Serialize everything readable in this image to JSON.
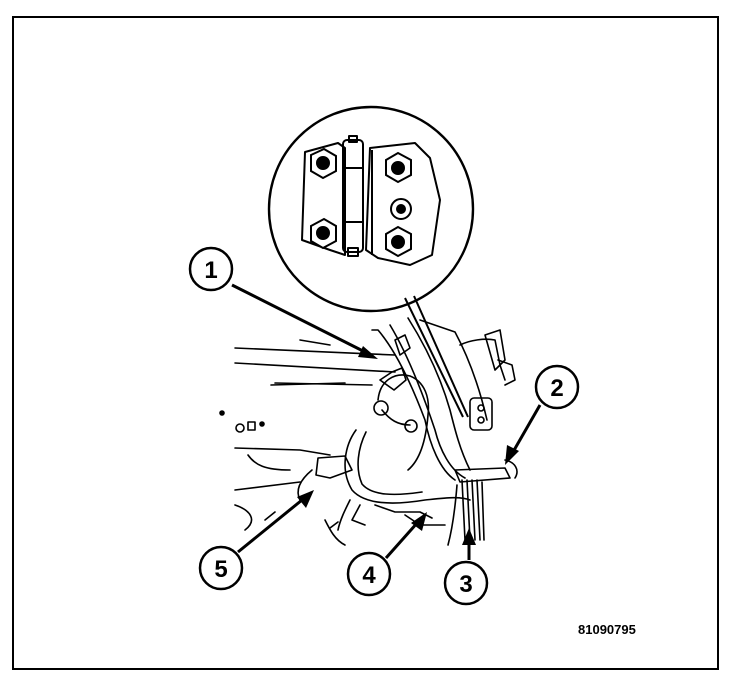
{
  "figure": {
    "number": "81090795",
    "callouts": [
      {
        "label": "1"
      },
      {
        "label": "2"
      },
      {
        "label": "3"
      },
      {
        "label": "4"
      },
      {
        "label": "5"
      }
    ]
  }
}
